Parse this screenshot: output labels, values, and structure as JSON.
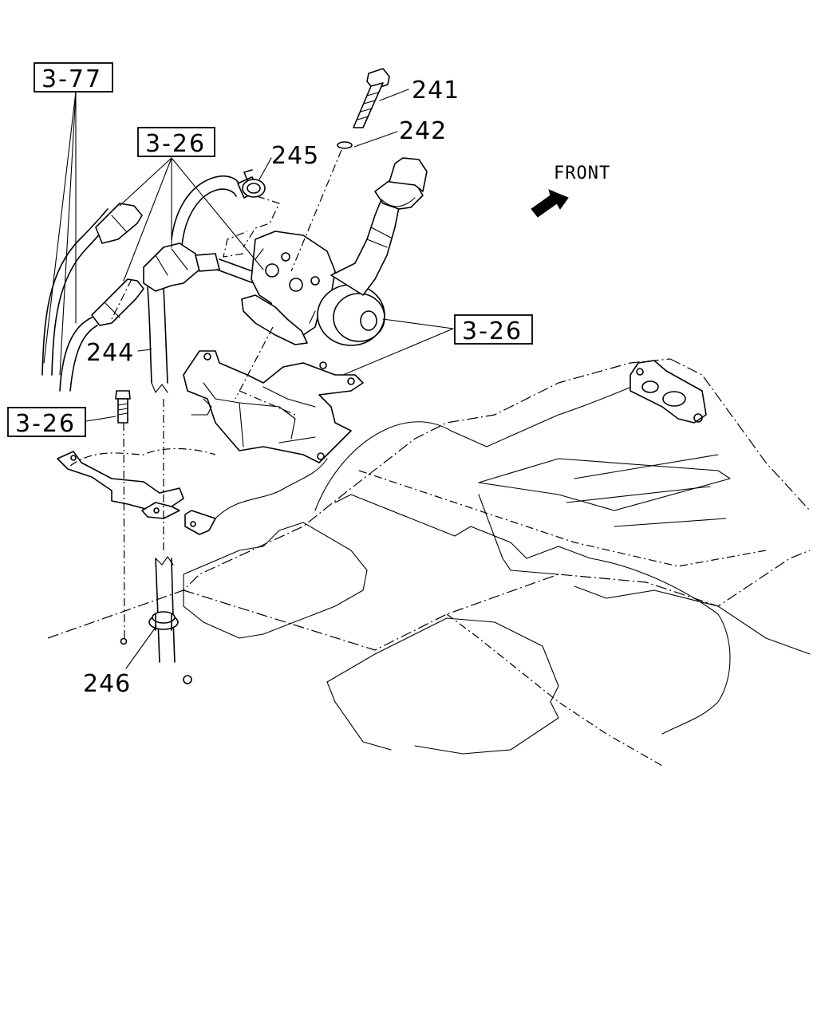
{
  "direction_label": "FRONT",
  "callouts": {
    "p241": "241",
    "p242": "242",
    "p244": "244",
    "p245": "245",
    "p246": "246"
  },
  "references": {
    "ref_top_left": "3-77",
    "ref_upper": "3-26",
    "ref_right": "3-26",
    "ref_left": "3-26"
  }
}
